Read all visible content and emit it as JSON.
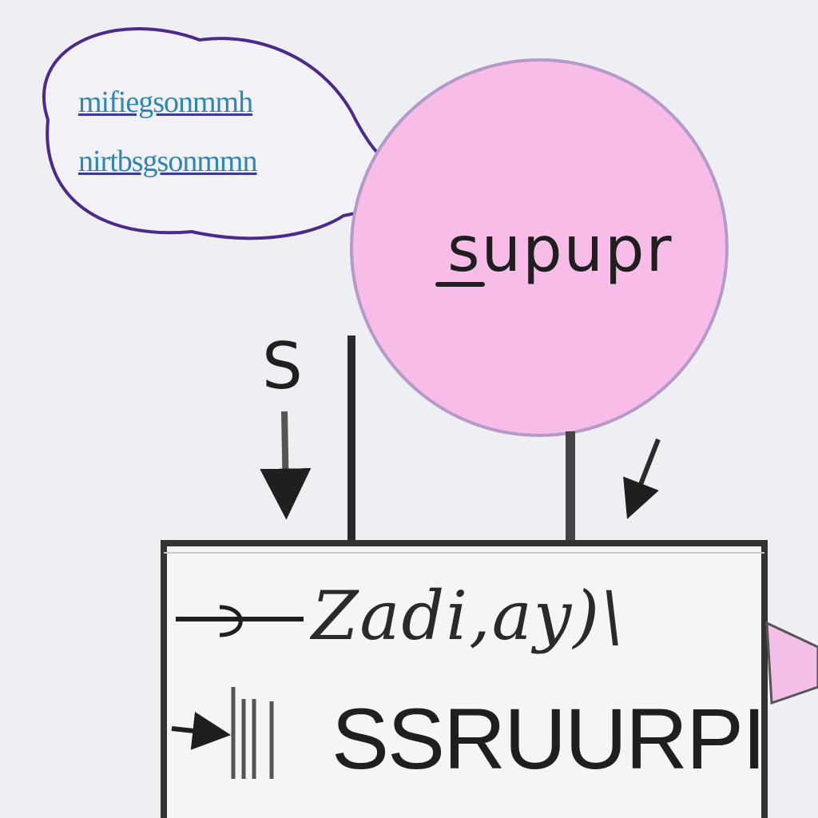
{
  "bubble": {
    "line1": "mifiegsonmmh",
    "line2": "nirtbsgsonmmn"
  },
  "circle": {
    "label": "supupr",
    "fill": "#f7bde8",
    "stroke": "#b49ac8"
  },
  "side_label": "S",
  "box": {
    "scribble_text": "Zadi,ay)\\",
    "main_text": "SSRUURPI"
  },
  "colors": {
    "bubble_stroke": "#4b2a8c",
    "line": "#2b2b2b",
    "pink_accent": "#f4bfe6"
  }
}
